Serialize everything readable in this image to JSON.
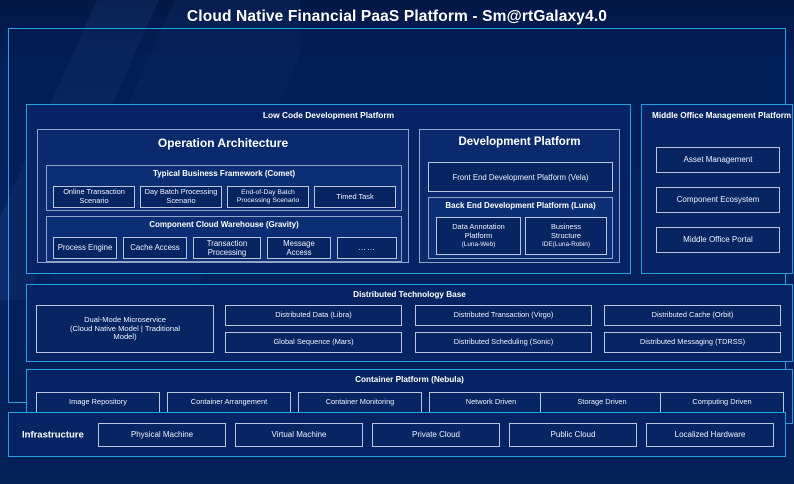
{
  "colors": {
    "background": "#03205c",
    "frame_border": "#2a9fe0",
    "node_border": "#b9c6dd",
    "panel_fill": "#062463",
    "text": "#ffffff"
  },
  "header": {
    "title": "Cloud Native Financial PaaS Platform - Sm@rtGalaxy4.0"
  },
  "low_code": {
    "title": "Low Code Development Platform",
    "operation_architecture": {
      "title": "Operation Architecture",
      "comet": {
        "title": "Typical Business Framework (Comet)",
        "nodes": [
          "Online Transaction Scenario",
          "Day Batch Processing Scenario",
          "End-of-Day Batch Processing Scenario",
          "Timed Task"
        ]
      },
      "gravity": {
        "title": "Component Cloud Warehouse (Gravity)",
        "nodes": [
          "Process Engine",
          "Cache Access",
          "Transaction Processing",
          "Message Access",
          "……"
        ]
      }
    },
    "development_platform": {
      "title": "Development Platform",
      "front_end": "Front End Development Platform (Vela)",
      "back_end": {
        "title": "Back End Development Platform (Luna)",
        "nodes": [
          {
            "line1": "Data Annotation",
            "line2": "Platform",
            "line3": "(Luna-Web)"
          },
          {
            "line1": "Business",
            "line2": "Structure",
            "line3": "IDE(Luna-Robin)"
          }
        ]
      }
    }
  },
  "middle_office": {
    "title": "Middle Office Management Platform",
    "nodes": [
      "Asset Management",
      "Component Ecosystem",
      "Middle Office Portal"
    ]
  },
  "distributed_technology_base": {
    "title": "Distributed Technology Base",
    "wide_node": "Dual-Mode Microservice (Cloud Native Model | Traditional Model)",
    "wide_node_lines": [
      "Dual-Mode Microservice",
      "(Cloud Native Model | Traditional",
      "Model)"
    ],
    "grid": [
      [
        "Distributed Data (Libra)",
        "Distributed Transaction (Virgo)",
        "Distributed Cache (Orbit)"
      ],
      [
        "Global Sequence (Mars)",
        "Distributed Scheduling (Sonic)",
        "Distributed Messaging (TDRSS)"
      ]
    ]
  },
  "container_platform": {
    "title": "Container Platform (Nebula)",
    "nodes": [
      "Image Repository",
      "Container Arrangement",
      "Container Monitoring",
      "Network Driven",
      "Storage Driven",
      "Computing Driven"
    ]
  },
  "infrastructure": {
    "label": "Infrastructure",
    "nodes": [
      "Physical Machine",
      "Virtual Machine",
      "Private Cloud",
      "Public Cloud",
      "Localized Hardware"
    ]
  }
}
